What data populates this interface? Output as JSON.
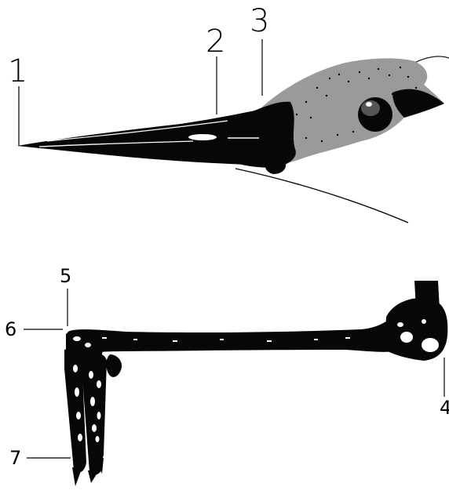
{
  "figure": {
    "background": "#ffffff",
    "ink_color": "#070707",
    "panels": [
      {
        "id": "head",
        "subject": "bird-head-with-bill",
        "callouts": [
          {
            "number": "1"
          },
          {
            "number": "2"
          },
          {
            "number": "3"
          }
        ]
      },
      {
        "id": "leg",
        "subject": "bird-leg-and-foot",
        "callouts": [
          {
            "number": "4"
          },
          {
            "number": "5"
          },
          {
            "number": "6"
          },
          {
            "number": "7"
          }
        ]
      }
    ]
  }
}
